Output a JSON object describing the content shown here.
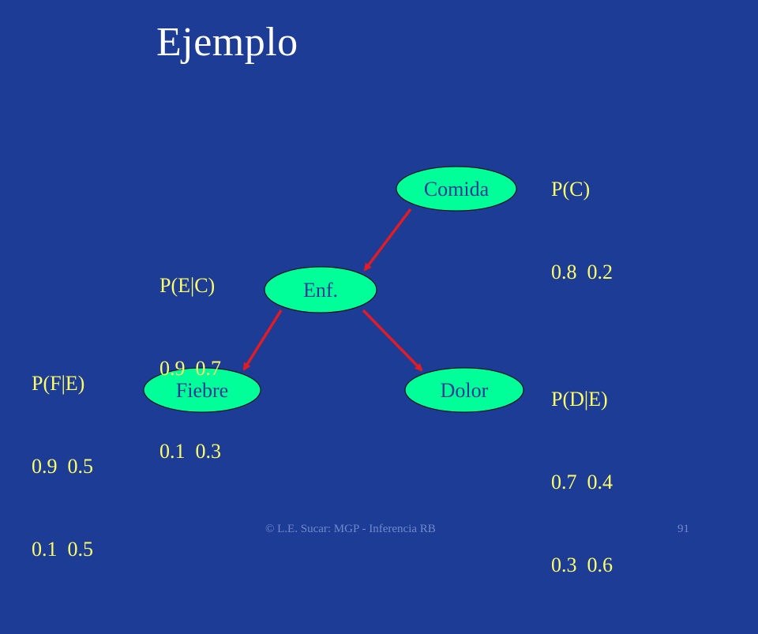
{
  "slide": {
    "title": "Ejemplo",
    "footer": "© L.E. Sucar: MGP - Inferencia RB",
    "page_number": "91"
  },
  "colors": {
    "background": "#1C3C96",
    "node_fill": "#00FF99",
    "edge": "#E31B23",
    "cpt_text": "#FFFF66",
    "title_text": "#FFFFFF"
  },
  "nodes": {
    "comida": "Comida",
    "enf": "Enf.",
    "fiebre": "Fiebre",
    "dolor": "Dolor"
  },
  "edges": [
    {
      "from": "Comida",
      "to": "Enf."
    },
    {
      "from": "Enf.",
      "to": "Fiebre"
    },
    {
      "from": "Enf.",
      "to": "Dolor"
    }
  ],
  "cpts": {
    "p_c": {
      "label": "P(C)",
      "rows": [
        "0.8  0.2"
      ]
    },
    "p_e_c": {
      "label": "P(E|C)",
      "rows": [
        "0.9  0.7",
        "0.1  0.3"
      ]
    },
    "p_f_e": {
      "label": "P(F|E)",
      "rows": [
        "0.9  0.5",
        "0.1  0.5"
      ]
    },
    "p_d_e": {
      "label": "P(D|E)",
      "rows": [
        "0.7  0.4",
        "0.3  0.6"
      ]
    }
  }
}
